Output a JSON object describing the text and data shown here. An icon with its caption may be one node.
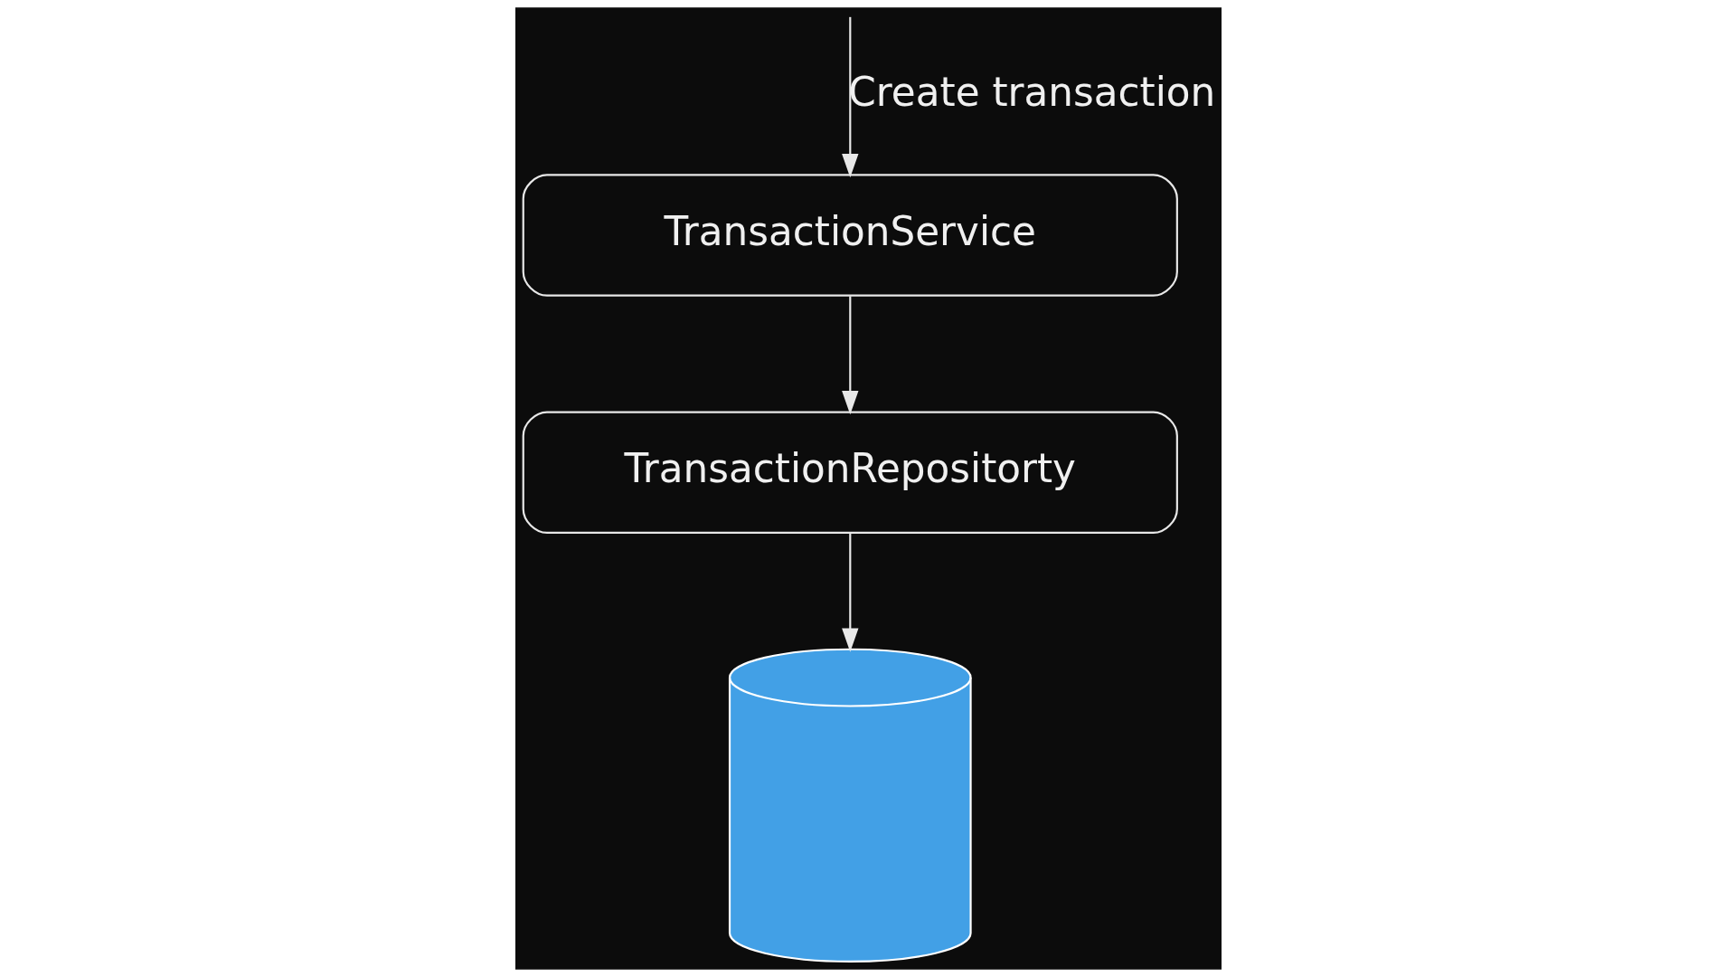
{
  "diagram": {
    "nodes": [
      {
        "text": [
          "TransactionService"
        ]
      },
      {
        "text": [
          "TransactionRepositorty"
        ]
      },
      {
        "text": [],
        "shape": "cylinder"
      }
    ],
    "edges": [
      {
        "from": null,
        "to": 0,
        "arrow": "to",
        "label": "Create transaction"
      },
      {
        "from": 0,
        "to": 1,
        "arrow": "to"
      },
      {
        "from": 1,
        "to": 2,
        "arrow": "to"
      }
    ]
  }
}
